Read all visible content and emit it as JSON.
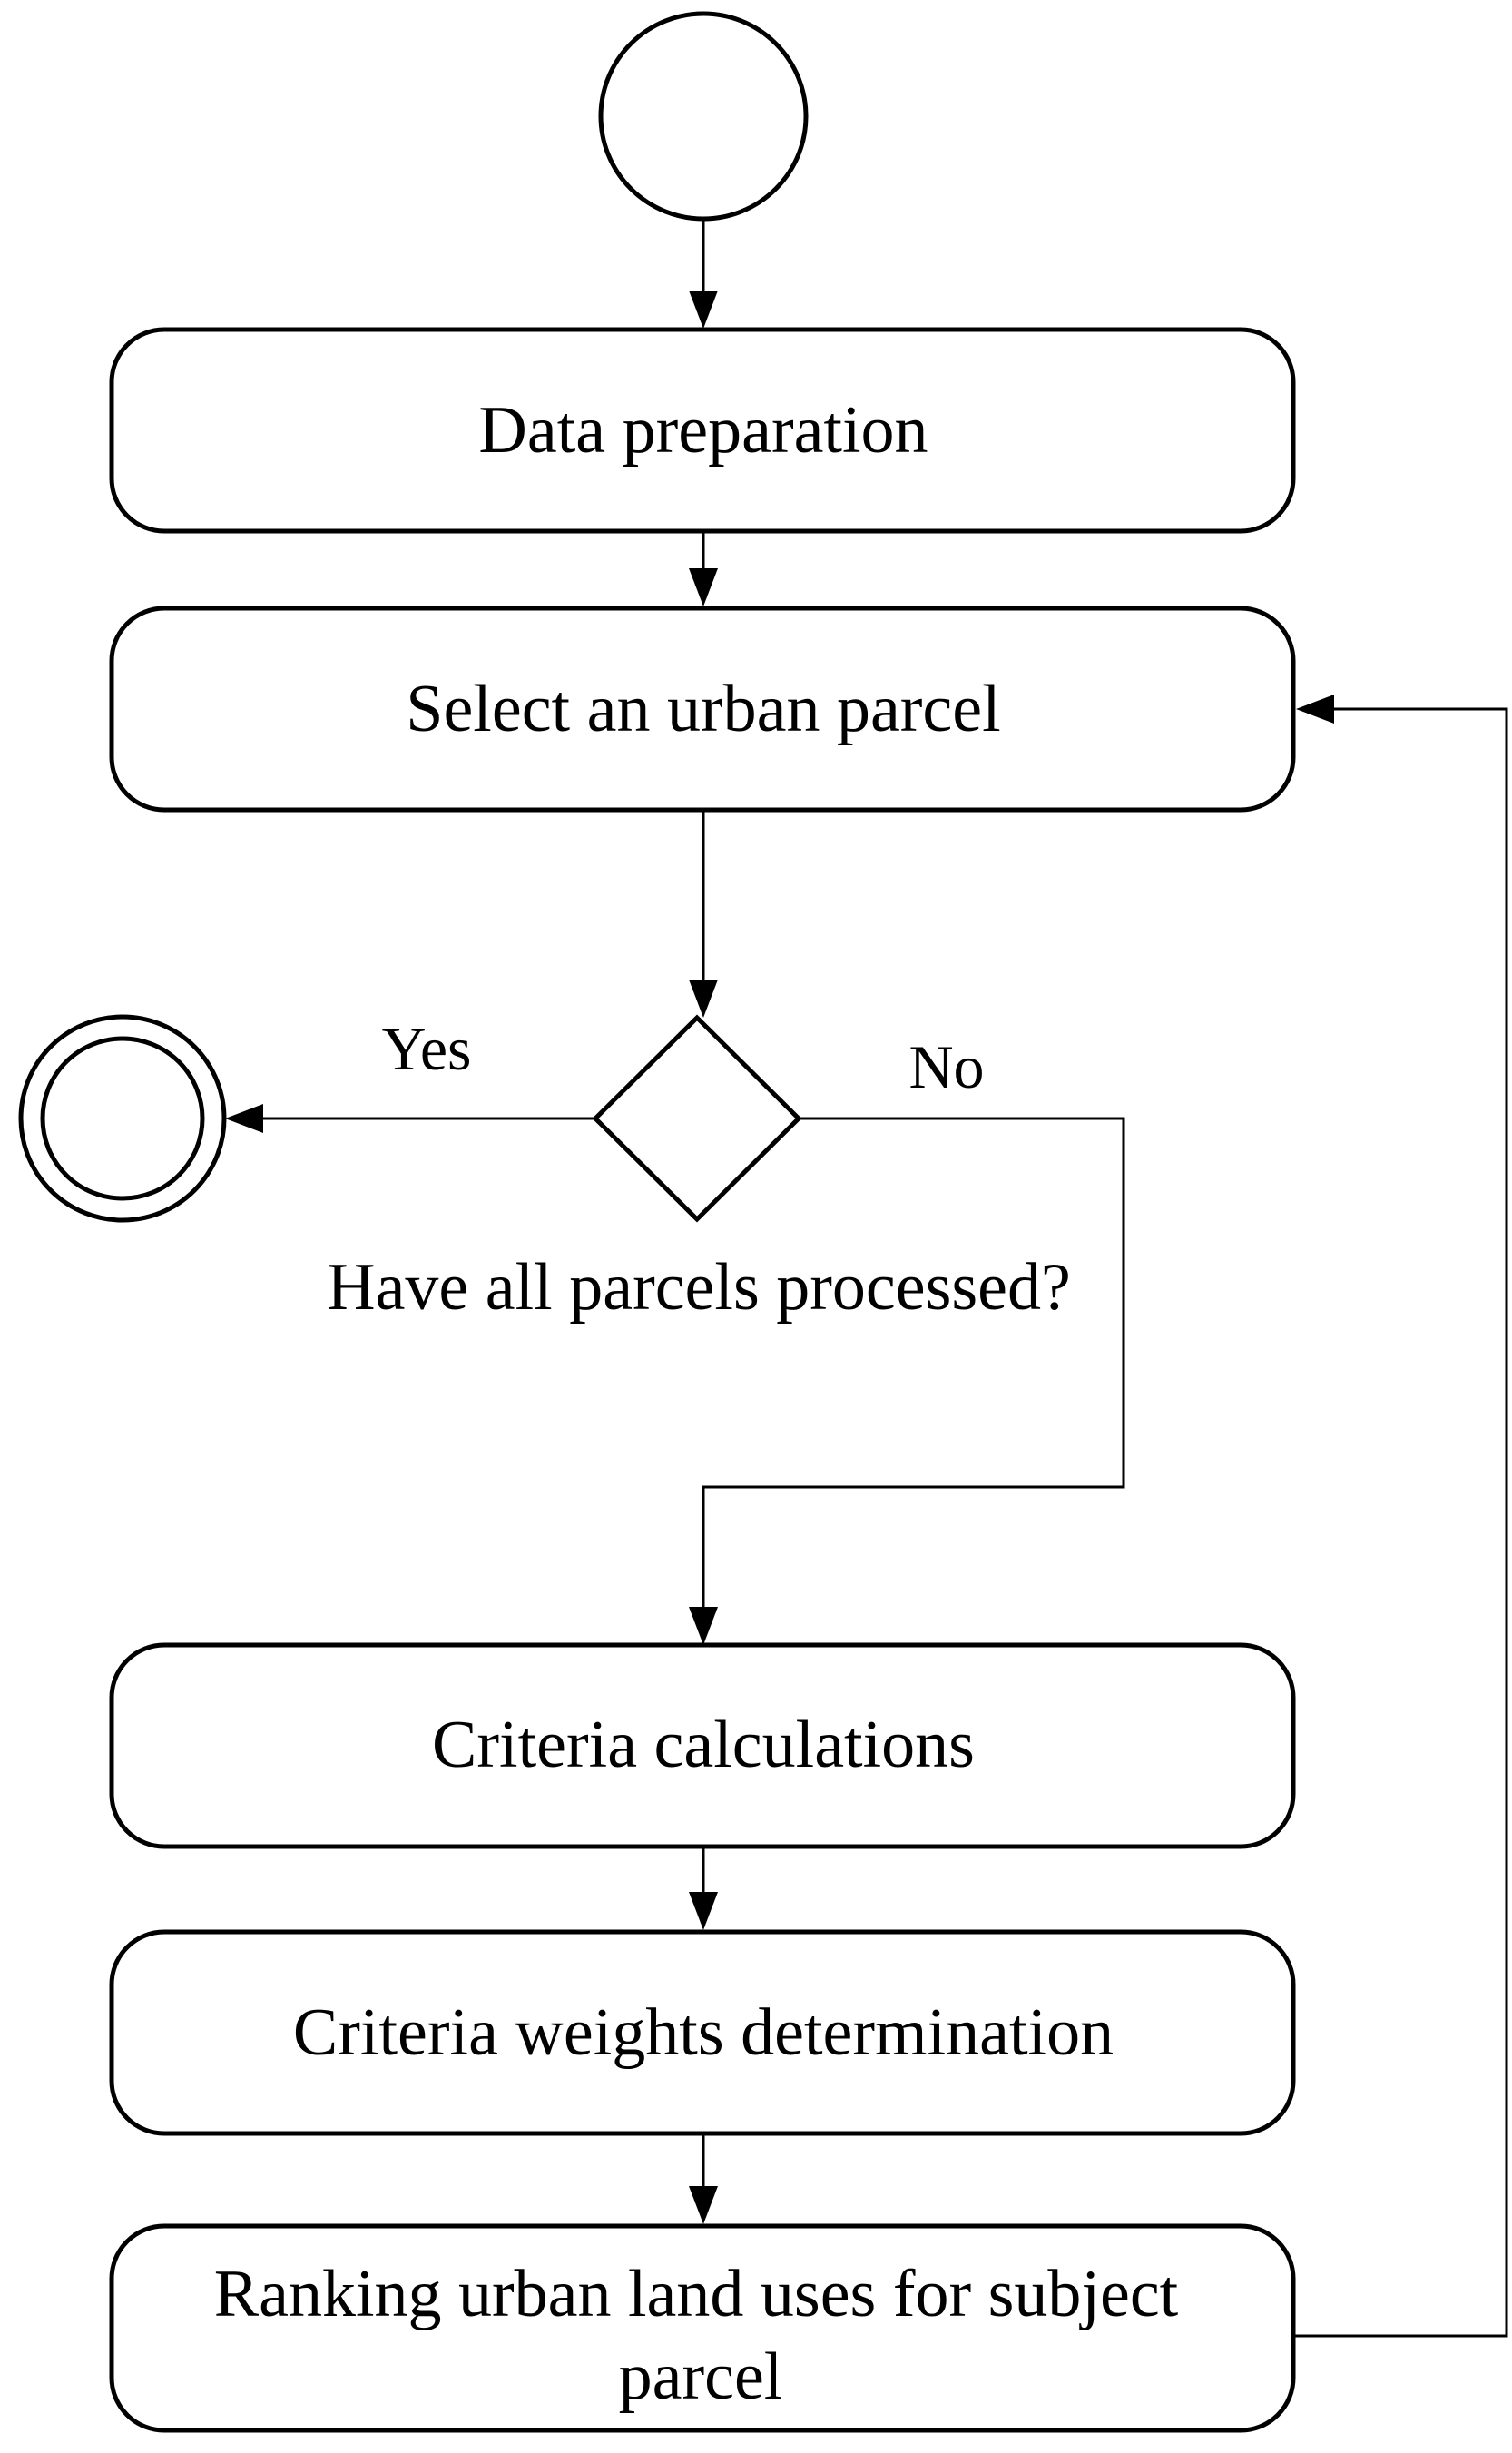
{
  "diagram": {
    "nodes": {
      "data_preparation": "Data preparation",
      "select_parcel": "Select an urban parcel",
      "decision_question": "Have all parcels processed?",
      "criteria_calculations": "Criteria calculations",
      "criteria_weights": "Criteria weights determination",
      "ranking_line1": "Ranking urban land uses for subject",
      "ranking_line2": "parcel"
    },
    "edges": {
      "yes_label": "Yes",
      "no_label": "No"
    }
  }
}
